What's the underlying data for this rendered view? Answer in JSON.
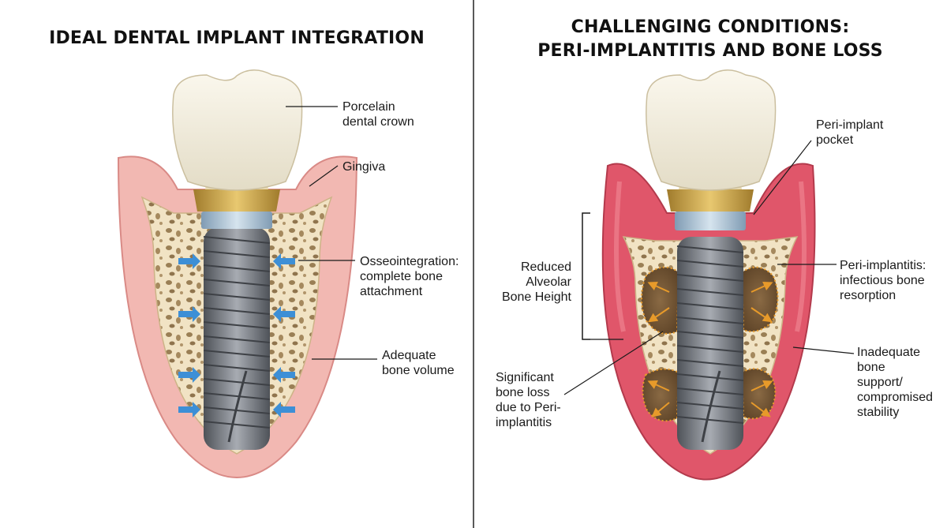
{
  "left_panel": {
    "title": "IDEAL DENTAL IMPLANT INTEGRATION",
    "labels": {
      "crown": [
        "Porcelain",
        "dental crown"
      ],
      "gingiva": [
        "Gingiva"
      ],
      "osseo": [
        "Osseointegration:",
        "complete bone",
        "attachment"
      ],
      "bone": [
        "Adequate",
        "bone volume"
      ]
    }
  },
  "right_panel": {
    "title_line1": "CHALLENGING CONDITIONS:",
    "title_line2": "PERI-IMPLANTITIS AND BONE LOSS",
    "labels": {
      "pocket": [
        "Peri-implant",
        "pocket"
      ],
      "reduced": [
        "Reduced",
        "Alveolar",
        "Bone Height"
      ],
      "periimplantitis": [
        "Peri-implantitis:",
        "infectious bone",
        "resorption"
      ],
      "boneloss": [
        "Significant",
        "bone loss",
        "due to Peri-",
        "implantitis"
      ],
      "inadequate": [
        "Inadequate",
        "bone",
        "support/",
        "compromised",
        "stability"
      ]
    }
  },
  "colors": {
    "gum_healthy": "#f2b8b2",
    "gum_inflamed": "#e0566a",
    "bone": "#f1e3c4",
    "crown": "#f4efe0",
    "abutment": "#c9a24a",
    "implant": "#6f737a",
    "arrow_blue": "#3d8fd6",
    "arrow_orange": "#e79a2a"
  }
}
